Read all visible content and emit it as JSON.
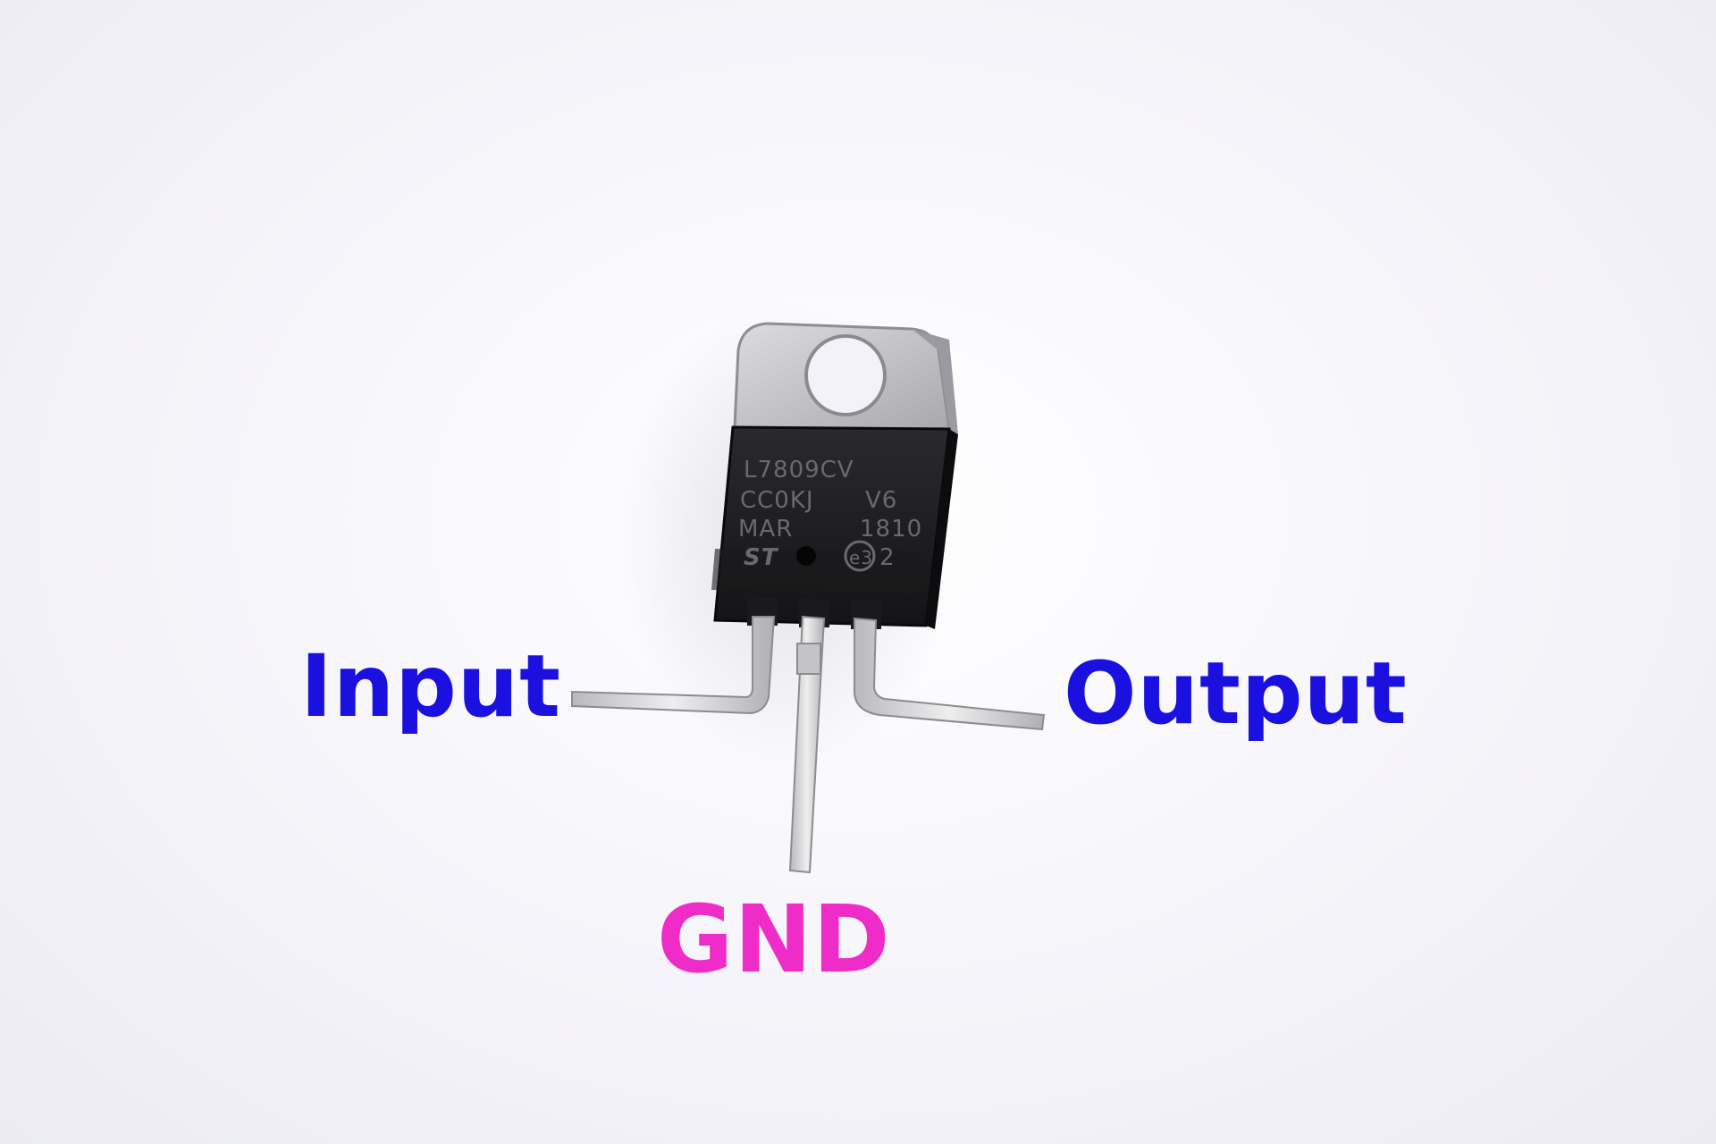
{
  "labels": {
    "input": "Input",
    "output": "Output",
    "gnd": "GND"
  },
  "component": {
    "marking_line1": "L7809CV",
    "marking_line2_left": "CC0KJ",
    "marking_line2_right": "V6",
    "marking_line3_left": "MAR",
    "marking_line3_right": "1810",
    "logo": "ST",
    "rohs_mark": "e3",
    "rohs_suffix": "2"
  },
  "colors": {
    "input_label": "#1a10e0",
    "output_label": "#1a10e0",
    "gnd_label": "#f02cc8",
    "background": "#f4f3f9",
    "package_body": "#1e1e20",
    "metal_tab": "#c9c9cb",
    "leads": "#d6d6d8"
  }
}
